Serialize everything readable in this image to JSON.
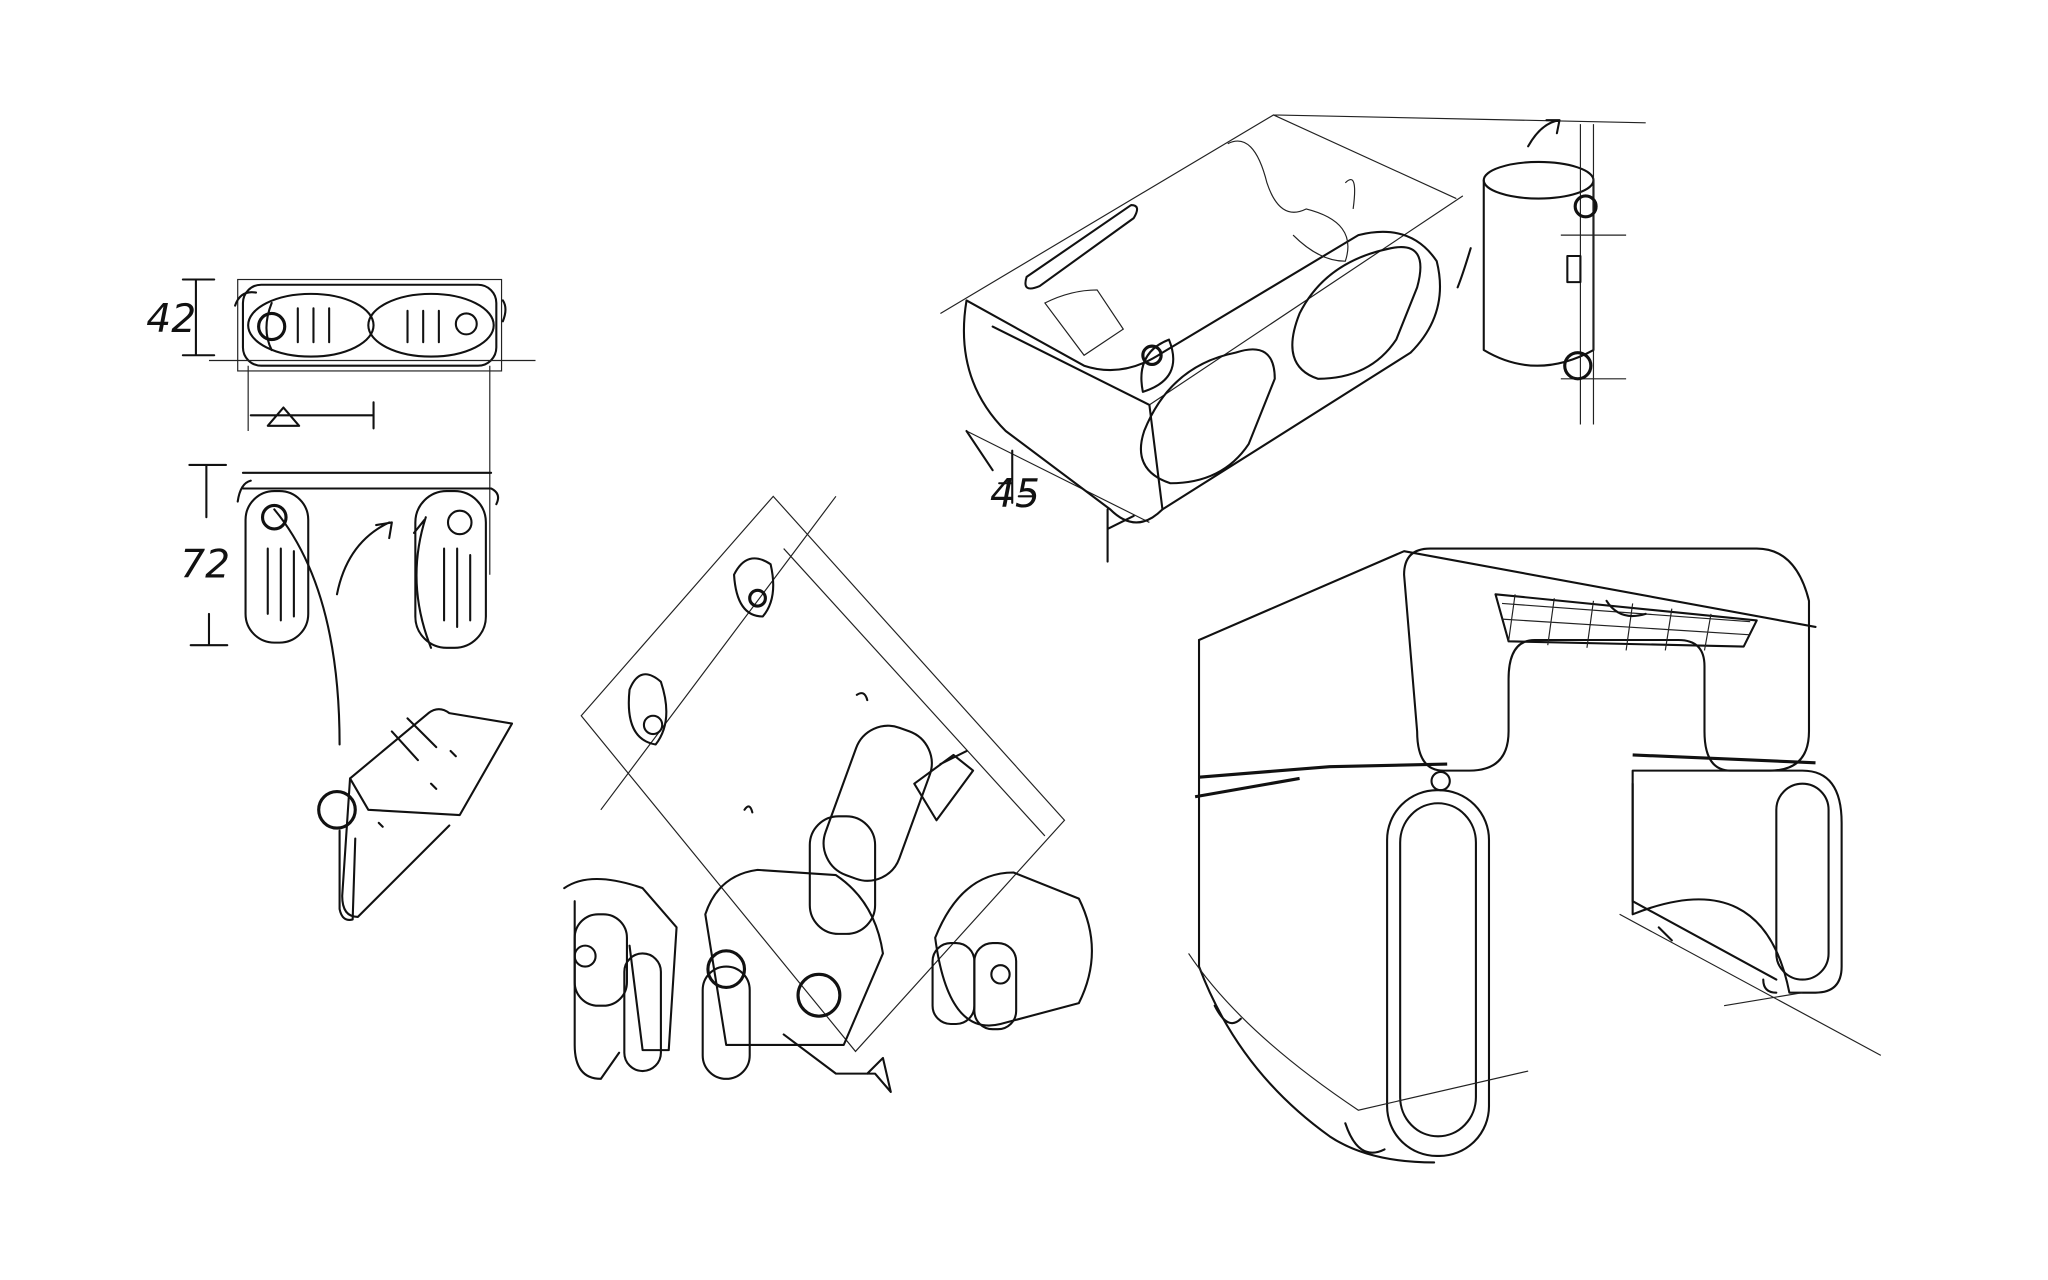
{
  "sketches": {
    "glasses_views": {
      "height_label": "42",
      "depth_label": "72"
    },
    "case_perspective": {
      "angle_label": "45"
    }
  },
  "colors": {
    "ink": "#111111",
    "paper": "#ffffff"
  }
}
